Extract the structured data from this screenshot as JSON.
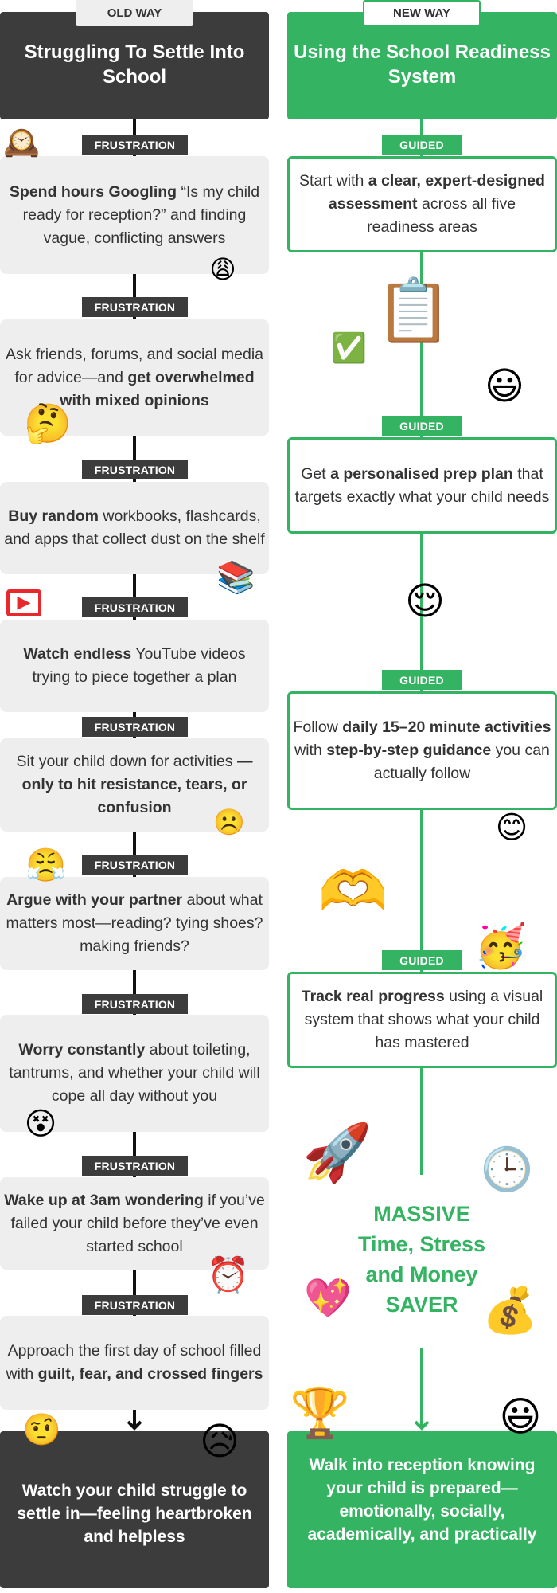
{
  "old_way": {
    "tab_label": "OLD WAY",
    "title": "Struggling To Settle Into School",
    "step_label": "FRUSTRATION",
    "steps": [
      {
        "parts": [
          {
            "t": "Spend hours Googling",
            "b": true
          },
          {
            "t": " “Is my child ready for reception?” and finding vague, conflicting answers",
            "b": false
          }
        ]
      },
      {
        "parts": [
          {
            "t": "Ask friends, forums, and social media for advice—and ",
            "b": false
          },
          {
            "t": "get overwhelmed with mixed opinions",
            "b": true
          }
        ]
      },
      {
        "parts": [
          {
            "t": "Buy random",
            "b": true
          },
          {
            "t": " workbooks, flashcards, and apps that collect dust on the shelf",
            "b": false
          }
        ]
      },
      {
        "parts": [
          {
            "t": "Watch endless",
            "b": true
          },
          {
            "t": " YouTube videos trying to piece together a plan",
            "b": false
          }
        ]
      },
      {
        "parts": [
          {
            "t": "Sit your child down for activities ",
            "b": false
          },
          {
            "t": "—only to hit resistance, tears, or confusion",
            "b": true
          }
        ]
      },
      {
        "parts": [
          {
            "t": "Argue with your partner",
            "b": true
          },
          {
            "t": " about what matters most—reading? tying shoes? making friends?",
            "b": false
          }
        ]
      },
      {
        "parts": [
          {
            "t": "Worry constantly",
            "b": true
          },
          {
            "t": " about toileting, tantrums, and whether your child will cope all day without you",
            "b": false
          }
        ]
      },
      {
        "parts": [
          {
            "t": "Wake up at 3am wondering",
            "b": true
          },
          {
            "t": " if you’ve failed your child before they’ve even started school",
            "b": false
          }
        ]
      },
      {
        "parts": [
          {
            "t": "Approach the first day of school filled with ",
            "b": false
          },
          {
            "t": "guilt, fear, and crossed fingers",
            "b": true
          }
        ]
      }
    ],
    "outcome": "Watch your child struggle to settle in—feeling heartbroken and helpless"
  },
  "new_way": {
    "tab_label": "NEW WAY",
    "title": "Using the School Readiness System",
    "step_label": "GUIDED",
    "steps": [
      {
        "parts": [
          {
            "t": "Start with ",
            "b": false
          },
          {
            "t": "a clear, expert-designed assessment",
            "b": true
          },
          {
            "t": " across all five readiness areas",
            "b": false
          }
        ]
      },
      {
        "parts": [
          {
            "t": "Get ",
            "b": false
          },
          {
            "t": "a personalised prep plan",
            "b": true
          },
          {
            "t": " that targets exactly what your child needs",
            "b": false
          }
        ]
      },
      {
        "parts": [
          {
            "t": "Follow ",
            "b": false
          },
          {
            "t": "daily 15–20 minute activities",
            "b": true
          },
          {
            "t": " with ",
            "b": false
          },
          {
            "t": "step-by-step guidance",
            "b": true
          },
          {
            "t": " you can actually follow",
            "b": false
          }
        ]
      },
      {
        "parts": [
          {
            "t": "Track real progress",
            "b": true
          },
          {
            "t": " using a visual system that shows what your child has mastered",
            "b": false
          }
        ]
      }
    ],
    "savings_lines": [
      "MASSIVE",
      "Time, Stress",
      "and Money",
      "SAVER"
    ],
    "outcome": "Walk into reception knowing your child is prepared—emotionally, socially, academically, and practically"
  },
  "colors": {
    "dark": "#3c3c3c",
    "green": "#34b462",
    "grey_box": "#eeeeee",
    "text": "#333333"
  },
  "emojis": [
    {
      "name": "mantelpiece-clock-icon",
      "char": "🕰️"
    },
    {
      "name": "weary-face-icon",
      "char": "😩"
    },
    {
      "name": "thinking-face-icon",
      "char": "🤔"
    },
    {
      "name": "books-icon",
      "char": "📚"
    },
    {
      "name": "youtube-play-icon",
      "char": "▶"
    },
    {
      "name": "confused-face-icon",
      "char": "☹️"
    },
    {
      "name": "steam-nose-face-icon",
      "char": "😤"
    },
    {
      "name": "dizzy-face-icon",
      "char": "😵"
    },
    {
      "name": "alarm-clock-icon",
      "char": "⏰"
    },
    {
      "name": "raised-eyebrow-face-icon",
      "char": "🤨"
    },
    {
      "name": "sad-sweat-face-icon",
      "char": "😥"
    },
    {
      "name": "clipboard-icon",
      "char": "📋"
    },
    {
      "name": "check-mark-icon",
      "char": "✅"
    },
    {
      "name": "smiley-face-icon",
      "char": "😃"
    },
    {
      "name": "relieved-face-icon",
      "char": "😌"
    },
    {
      "name": "smiling-face-icon",
      "char": "😊"
    },
    {
      "name": "heart-hands-icon",
      "char": "🫶"
    },
    {
      "name": "party-face-icon",
      "char": "🥳"
    },
    {
      "name": "rocket-icon",
      "char": "🚀"
    },
    {
      "name": "stopwatch-icon",
      "char": "🕒"
    },
    {
      "name": "sparkling-heart-icon",
      "char": "💖"
    },
    {
      "name": "money-bag-icon",
      "char": "💰"
    },
    {
      "name": "trophy-icon",
      "char": "🏆"
    },
    {
      "name": "grinning-face-icon",
      "char": "😃"
    }
  ]
}
